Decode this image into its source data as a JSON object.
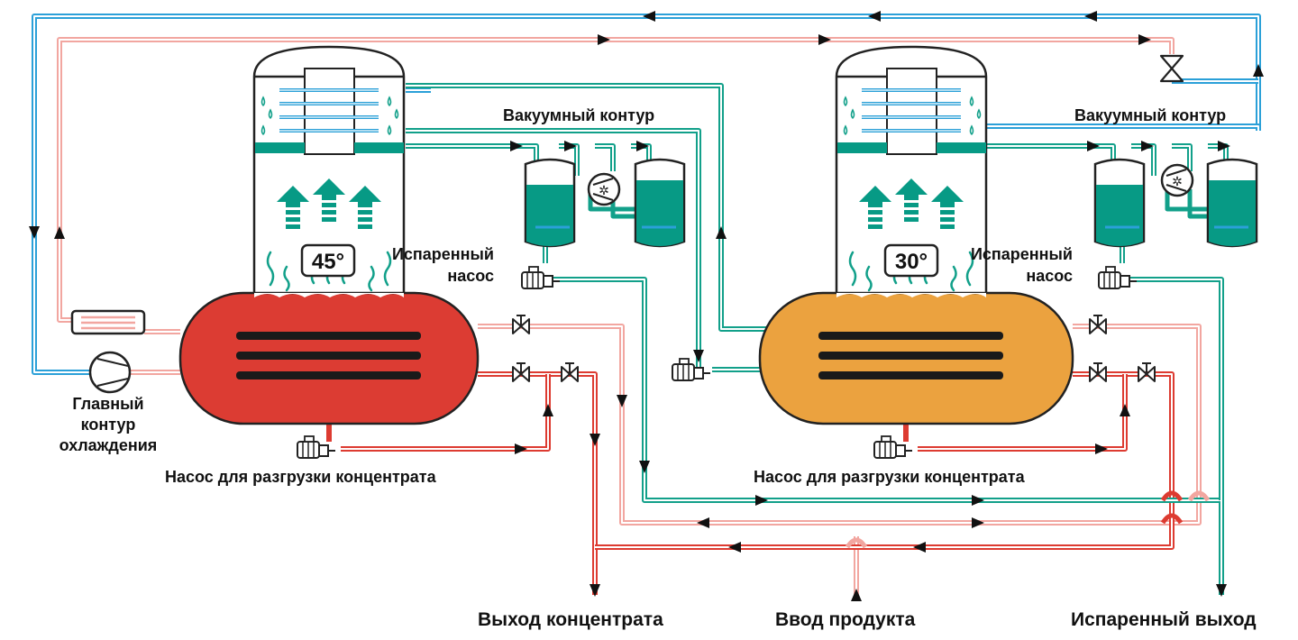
{
  "labels": {
    "vacuum_left": "Вакуумный контур",
    "vacuum_right": "Вакуумный контур",
    "evap_pump_left": [
      "Испаренный",
      "насос"
    ],
    "evap_pump_right": [
      "Испаренный",
      "насос"
    ],
    "main_cooling": [
      "Главный",
      "контур",
      "охлаждения"
    ],
    "discharge_left": "Насос для разгрузки концентрата",
    "discharge_right": "Насос для разгрузки концентрата",
    "concentrate_out": "Выход концентрата",
    "product_in": "Ввод продукта",
    "evaporated_out": "Испаренный выход"
  },
  "temperatures": {
    "left": "45°",
    "right": "30°"
  },
  "colors": {
    "cooling_blue": "#2ba0d8",
    "hot_pink": "#f2a6a0",
    "hot_red": "#dd3b31",
    "vacuum_green": "#12a08a",
    "vessel_red": "#dc3c33",
    "vessel_orange": "#eba23f",
    "tank_green": "#079a85"
  }
}
